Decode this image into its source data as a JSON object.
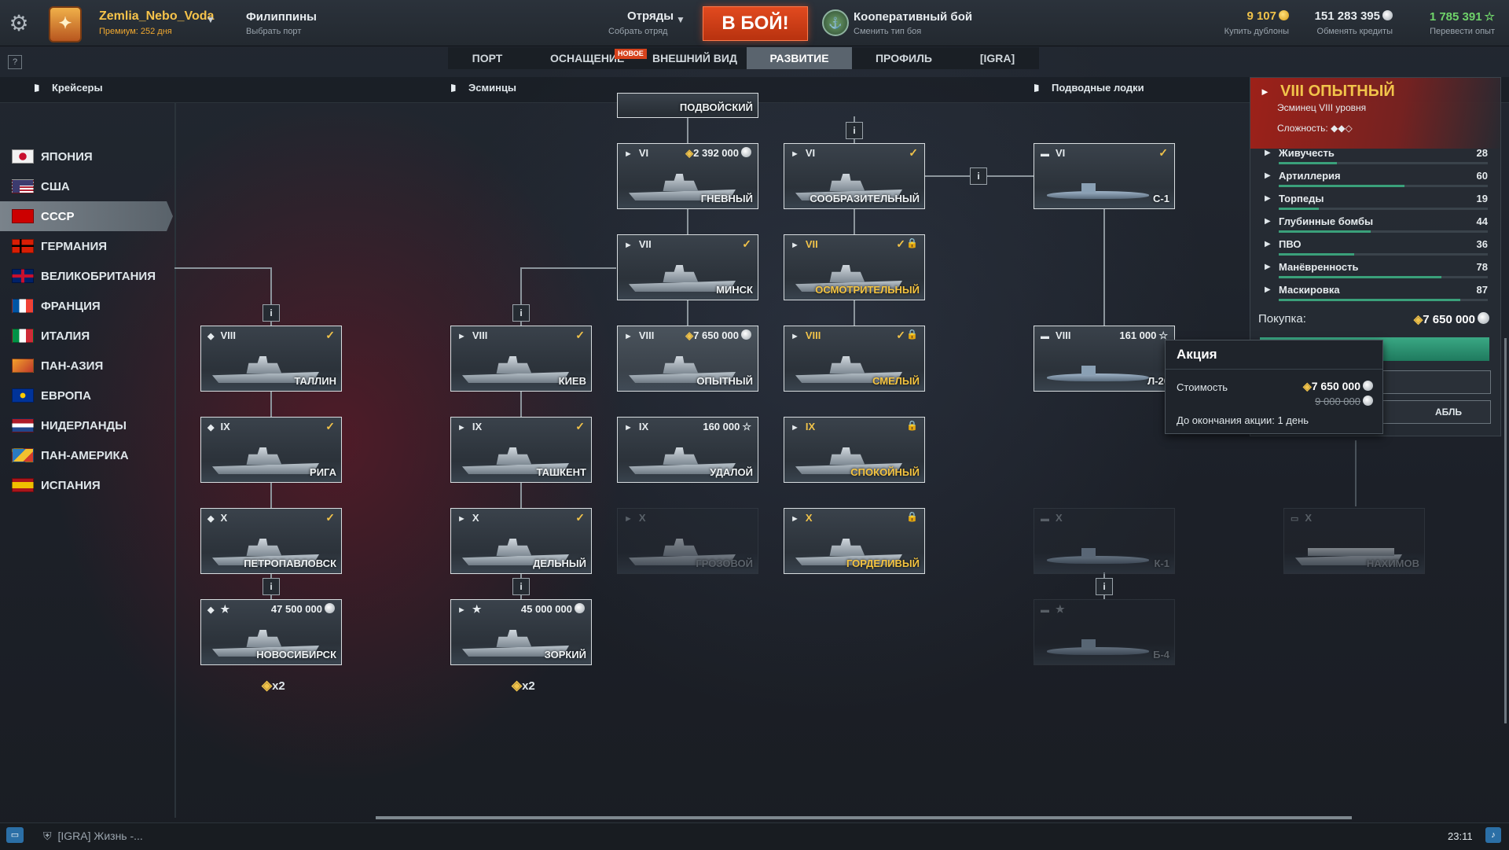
{
  "header": {
    "player_name": "Zemlia_Nebo_Voda",
    "premium": "Премиум: 252 дня",
    "port_name": "Филиппины",
    "port_sub": "Выбрать порт",
    "squad": "Отряды",
    "squad_sub": "Собрать отряд",
    "battle_button": "В БОЙ!",
    "battle_type": "Кооперативный бой",
    "battle_type_sub": "Сменить тип боя",
    "doubloons": "9 107",
    "doubloons_sub": "Купить дублоны",
    "credits": "151 283 395",
    "credits_sub": "Обменять кредиты",
    "free_xp": "1 785 391",
    "free_xp_sub": "Перевести опыт",
    "help": "?"
  },
  "tabs": [
    {
      "label": "ПОРТ"
    },
    {
      "label": "ОСНАЩЕНИЕ",
      "badge": "НОВОЕ"
    },
    {
      "label": "ВНЕШНИЙ ВИД"
    },
    {
      "label": "РАЗВИТИЕ",
      "active": true
    },
    {
      "label": "ПРОФИЛЬ"
    },
    {
      "label": "[IGRA]"
    }
  ],
  "classes": {
    "cruisers": "Крейсеры",
    "destroyers": "Эсминцы",
    "submarines": "Подводные лодки"
  },
  "nations": [
    {
      "label": "ЯПОНИЯ"
    },
    {
      "label": "США"
    },
    {
      "label": "СССР",
      "active": true
    },
    {
      "label": "ГЕРМАНИЯ"
    },
    {
      "label": "ВЕЛИКОБРИТАНИЯ"
    },
    {
      "label": "ФРАНЦИЯ"
    },
    {
      "label": "ИТАЛИЯ"
    },
    {
      "label": "ПАН-АЗИЯ"
    },
    {
      "label": "ЕВРОПА"
    },
    {
      "label": "НИДЕРЛАНДЫ"
    },
    {
      "label": "ПАН-АМЕРИКА"
    },
    {
      "label": "ИСПАНИЯ"
    }
  ],
  "ships": {
    "podvoisky": {
      "name": "ПОДВОЙСКИЙ"
    },
    "gnevny": {
      "tier": "VI",
      "name": "ГНЕВНЫЙ",
      "price": "2 392 000"
    },
    "soobrazitelny": {
      "tier": "VI",
      "name": "СООБРАЗИТЕЛЬНЫЙ"
    },
    "s1": {
      "tier": "VI",
      "name": "С-1"
    },
    "minsk": {
      "tier": "VII",
      "name": "МИНСК"
    },
    "osmotritelny": {
      "tier": "VII",
      "name": "ОСМОТРИТЕЛЬНЫЙ"
    },
    "tallinn": {
      "tier": "VIII",
      "name": "ТАЛЛИН"
    },
    "kiev": {
      "tier": "VIII",
      "name": "КИЕВ"
    },
    "opytny": {
      "tier": "VIII",
      "name": "ОПЫТНЫЙ",
      "price": "7 650 000"
    },
    "smely": {
      "tier": "VIII",
      "name": "СМЕЛЫЙ"
    },
    "l20": {
      "tier": "VIII",
      "name": "Л-20",
      "price": "161 000"
    },
    "riga": {
      "tier": "IX",
      "name": "РИГА"
    },
    "tashkent": {
      "tier": "IX",
      "name": "ТАШКЕНТ"
    },
    "udaloy": {
      "tier": "IX",
      "name": "УДАЛОЙ",
      "price": "160 000"
    },
    "spokoyny": {
      "tier": "IX",
      "name": "СПОКОЙНЫЙ"
    },
    "petropavlovsk": {
      "tier": "X",
      "name": "ПЕТРОПАВЛОВСК"
    },
    "delny": {
      "tier": "X",
      "name": "ДЕЛЬНЫЙ"
    },
    "grozovoy": {
      "tier": "X",
      "name": "ГРОЗОВОЙ"
    },
    "gordelivy": {
      "tier": "X",
      "name": "ГОРДЕЛИВЫЙ"
    },
    "k1": {
      "tier": "X",
      "name": "К-1"
    },
    "nakhimov": {
      "tier": "X",
      "name": "НАХИМОВ"
    },
    "novosibirsk": {
      "name": "НОВОСИБИРСК",
      "price": "47 500 000"
    },
    "zorky": {
      "name": "ЗОРКИЙ",
      "price": "45 000 000"
    },
    "b4": {
      "name": "Б-4"
    }
  },
  "info_label": "i",
  "multiplier": {
    "symbol": "◈",
    "value": "x2"
  },
  "panel": {
    "title": "VIII ОПЫТНЫЙ",
    "subtitle": "Эсминец VIII уровня",
    "difficulty": "Сложность: ◆◆◇",
    "stats": [
      {
        "label": "Живучесть",
        "value": 28
      },
      {
        "label": "Артиллерия",
        "value": 60
      },
      {
        "label": "Торпеды",
        "value": 19
      },
      {
        "label": "Глубинные бомбы",
        "value": 44
      },
      {
        "label": "ПВО",
        "value": 36
      },
      {
        "label": "Манёвренность",
        "value": 78
      },
      {
        "label": "Маскировка",
        "value": 87
      }
    ],
    "buy_label": "Покупка:",
    "buy_price": "7 650 000",
    "button3_text": "АБЛЬ"
  },
  "tooltip": {
    "title": "Акция",
    "cost_label": "Стоимость",
    "cost": "7 650 000",
    "old_cost": "9 000 000",
    "ends": "До окончания акции: 1 день"
  },
  "bottom": {
    "chat": "[IGRA] Жизнь -...",
    "time": "23:11"
  },
  "colors": {
    "accent_gold": "#f1c34a",
    "battle_red": "#e24a1f",
    "stat_green": "#3aa07a"
  }
}
